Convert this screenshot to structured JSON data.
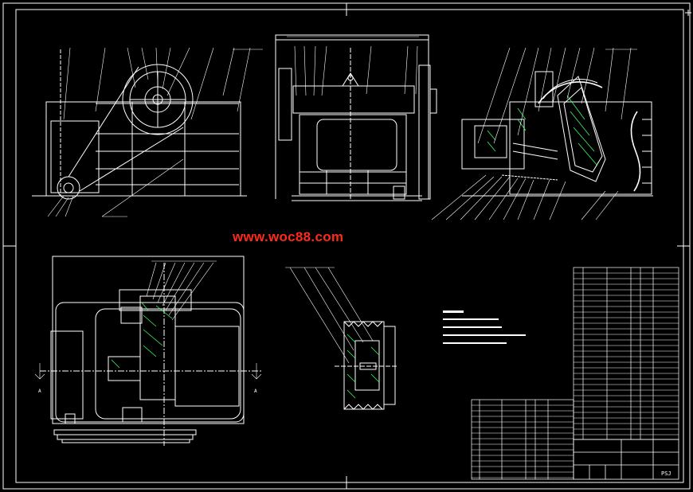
{
  "watermark": "www.woc88.com",
  "section_marks": {
    "left": "A",
    "right": "A"
  },
  "title_block": {
    "label": "PSJ"
  },
  "colors": {
    "background": "#000000",
    "lines": "#ffffff",
    "accent_green": "#39ff6a",
    "watermark": "#ff2a1a"
  }
}
